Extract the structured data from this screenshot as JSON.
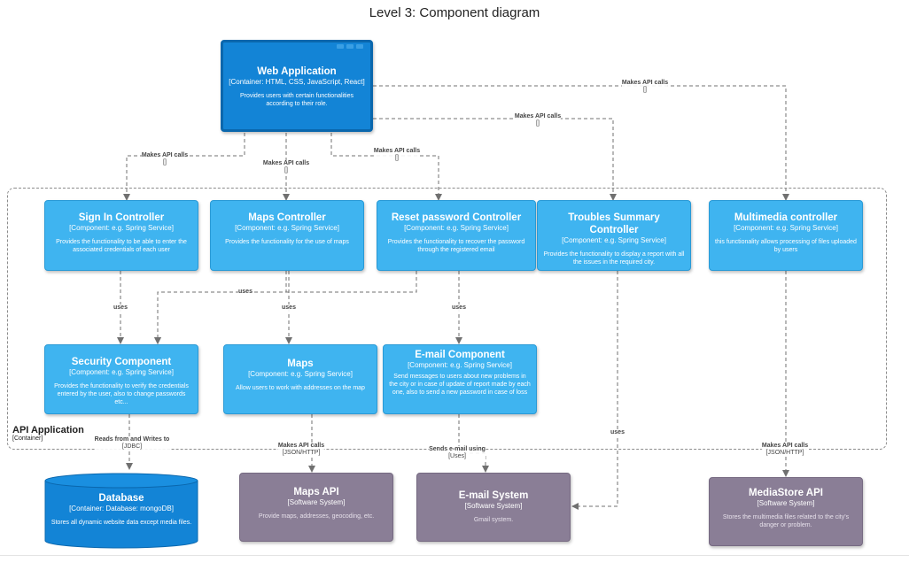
{
  "title": "Level 3: Component diagram",
  "colors": {
    "component": "#3fb4f0",
    "container": "#1384d6",
    "external": "#8a7e96",
    "edge": "#707070"
  },
  "boundary": {
    "name": "API Application",
    "type": "[Container]"
  },
  "nodes": {
    "webapp": {
      "name": "Web Application",
      "tech": "[Container: HTML, CSS, JavaScript, React]",
      "desc": "Provides users with certain functionalities according to their role."
    },
    "signin": {
      "name": "Sign In Controller",
      "tech": "[Component: e.g. Spring Service]",
      "desc": "Provides the functionality to be able to enter the associated credentials of each user"
    },
    "mapsctrl": {
      "name": "Maps Controller",
      "tech": "[Component: e.g. Spring Service]",
      "desc": "Provides the functionality for the use of maps"
    },
    "resetpw": {
      "name": "Reset password Controller",
      "tech": "[Component: e.g. Spring Service]",
      "desc": "Provides the functionality to recover the password through the registered email"
    },
    "troubles": {
      "name": "Troubles Summary Controller",
      "tech": "[Component: e.g. Spring Service]",
      "desc": "Provides the functionality to display a report with all the issues in the required city."
    },
    "multimedia": {
      "name": "Multimedia controller",
      "tech": "[Component: e.g. Spring Service]",
      "desc": "this functionality allows processing of files uploaded by users"
    },
    "security": {
      "name": "Security Component",
      "tech": "[Component: e.g. Spring Service]",
      "desc": "Provides the functionality to verify the credentials entered by the user, also to change passwords etc..."
    },
    "maps": {
      "name": "Maps",
      "tech": "[Component: e.g. Spring Service]",
      "desc": "Allow users to work with addresses on the map"
    },
    "email": {
      "name": "E-mail Component",
      "tech": "[Component: e.g. Spring Service]",
      "desc": "Send messages to users about new problems in the city or in case of update of report made by each one, also to send a new password in case of loss"
    },
    "database": {
      "name": "Database",
      "tech": "[Container: Database: mongoDB]",
      "desc": "Stores all dynamic website data except media files."
    },
    "mapsapi": {
      "name": "Maps API",
      "tech": "[Software System]",
      "desc": "Provide maps, addresses, geocoding, etc."
    },
    "emailsys": {
      "name": "E-mail System",
      "tech": "[Software System]",
      "desc": "Gmail system."
    },
    "mediastore": {
      "name": "MediaStore API",
      "tech": "[Software System]",
      "desc": "Stores the multimedia files related to the city's danger or problem."
    }
  },
  "edges": {
    "e1": {
      "label": "Makes API calls",
      "tech": "[]"
    },
    "e2": {
      "label": "Makes API calls",
      "tech": "[]"
    },
    "e3": {
      "label": "Makes API calls",
      "tech": "[]"
    },
    "e4": {
      "label": "Makes API calls",
      "tech": "[]"
    },
    "e5": {
      "label": "Makes API calls",
      "tech": "[]"
    },
    "u1": {
      "label": "uses",
      "tech": ""
    },
    "u2": {
      "label": "uses",
      "tech": ""
    },
    "u3": {
      "label": "uses",
      "tech": ""
    },
    "u4": {
      "label": "uses",
      "tech": ""
    },
    "u5": {
      "label": "uses",
      "tech": ""
    },
    "r1": {
      "label": "Reads from and Writes to",
      "tech": "[JDBC]"
    },
    "m1": {
      "label": "Makes API calls",
      "tech": "[JSON/HTTP]"
    },
    "s1": {
      "label": "Sends e-mail using",
      "tech": "[Uses]"
    },
    "m2": {
      "label": "Makes API calls",
      "tech": "[JSON/HTTP]"
    }
  }
}
